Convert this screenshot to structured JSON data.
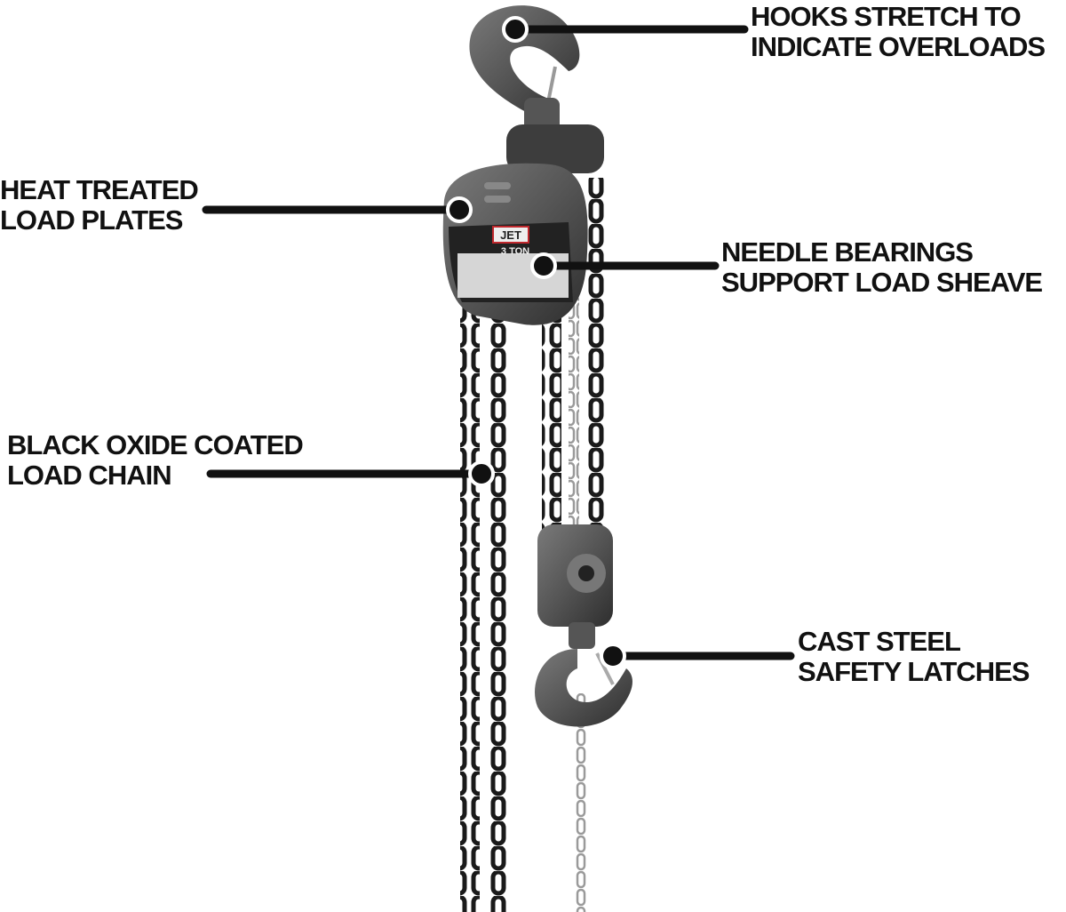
{
  "product": {
    "brand_plate": "JET",
    "capacity_plate": "3 TON"
  },
  "callouts": [
    {
      "id": "hook",
      "lines": [
        "HOOKS STRETCH TO",
        "INDICATE OVERLOADS"
      ]
    },
    {
      "id": "plates",
      "lines": [
        "HEAT TREATED",
        "LOAD PLATES"
      ]
    },
    {
      "id": "bearings",
      "lines": [
        "NEEDLE BEARINGS",
        "SUPPORT LOAD SHEAVE"
      ]
    },
    {
      "id": "chain",
      "lines": [
        "BLACK OXIDE COATED",
        "LOAD CHAIN"
      ]
    },
    {
      "id": "latches",
      "lines": [
        "CAST STEEL",
        "SAFETY LATCHES"
      ]
    }
  ],
  "colors": {
    "callout": "#111111",
    "body": "#4a4a4a",
    "chain": "#1a1a1a",
    "hand_chain": "#9a9a9a",
    "brand_red": "#c0282d"
  }
}
